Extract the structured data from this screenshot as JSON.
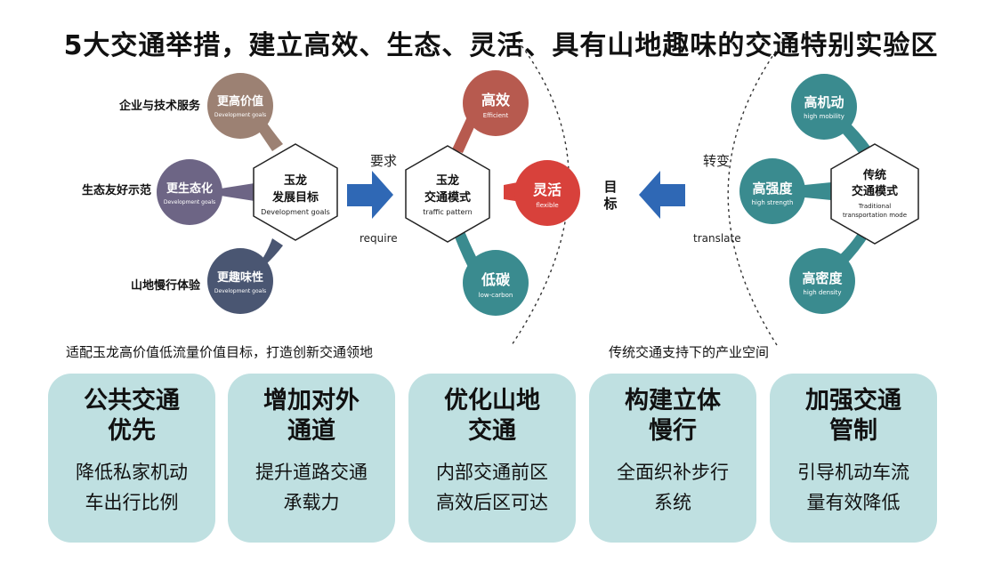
{
  "title": "5大交通举措，建立高效、生态、灵活、具有山地趣味的交通特别实验区",
  "colors": {
    "brown": "#9c8173",
    "purple": "#6d6585",
    "slate": "#4a5672",
    "red_dark": "#b75a4f",
    "red": "#d8413b",
    "teal": "#3a8b8f",
    "blue_arrow": "#2f68b5",
    "card_bg": "#bfe0e1"
  },
  "left_cluster": {
    "center": {
      "main_line1": "玉龙",
      "main_line2": "发展目标",
      "sub": "Development goals"
    },
    "nodes": [
      {
        "main": "更高价值",
        "sub": "Development goals",
        "label": "企业与技术服务"
      },
      {
        "main": "更生态化",
        "sub": "Development goals",
        "label": "生态友好示范"
      },
      {
        "main": "更趣味性",
        "sub": "Development goals",
        "label": "山地慢行体验"
      }
    ]
  },
  "arrow_left": {
    "top": "要求",
    "bottom": "require",
    "icon": "arrow-right-icon"
  },
  "middle_cluster": {
    "center": {
      "main_line1": "玉龙",
      "main_line2": "交通模式",
      "sub": "traffic pattern"
    },
    "nodes": [
      {
        "main": "高效",
        "sub": "Efficient"
      },
      {
        "main": "灵活",
        "sub": "flexible"
      },
      {
        "main": "低碳",
        "sub": "low-carbon"
      }
    ]
  },
  "goal_label": {
    "line1": "目",
    "line2": "标"
  },
  "arrow_right": {
    "top": "转变",
    "bottom": "translate",
    "icon": "arrow-left-icon"
  },
  "right_cluster": {
    "center": {
      "main_line1": "传统",
      "main_line2": "交通模式",
      "sub_line1": "Traditional",
      "sub_line2": "transportation mode"
    },
    "nodes": [
      {
        "main": "高机动",
        "sub": "high mobility"
      },
      {
        "main": "高强度",
        "sub": "high strength"
      },
      {
        "main": "高密度",
        "sub": "high density"
      }
    ]
  },
  "captions": {
    "left": "适配玉龙高价值低流量价值目标，打造创新交通领地",
    "right": "传统交通支持下的产业空间"
  },
  "cards": [
    {
      "h1": "公共交通",
      "h2": "优先",
      "b1": "降低私家机动",
      "b2": "车出行比例"
    },
    {
      "h1": "增加对外",
      "h2": "通道",
      "b1": "提升道路交通",
      "b2": "承载力"
    },
    {
      "h1": "优化山地",
      "h2": "交通",
      "b1": "内部交通前区",
      "b2": "高效后区可达"
    },
    {
      "h1": "构建立体",
      "h2": "慢行",
      "b1": "全面织补步行",
      "b2": "系统"
    },
    {
      "h1": "加强交通",
      "h2": "管制",
      "b1": "引导机动车流",
      "b2": "量有效降低"
    }
  ]
}
